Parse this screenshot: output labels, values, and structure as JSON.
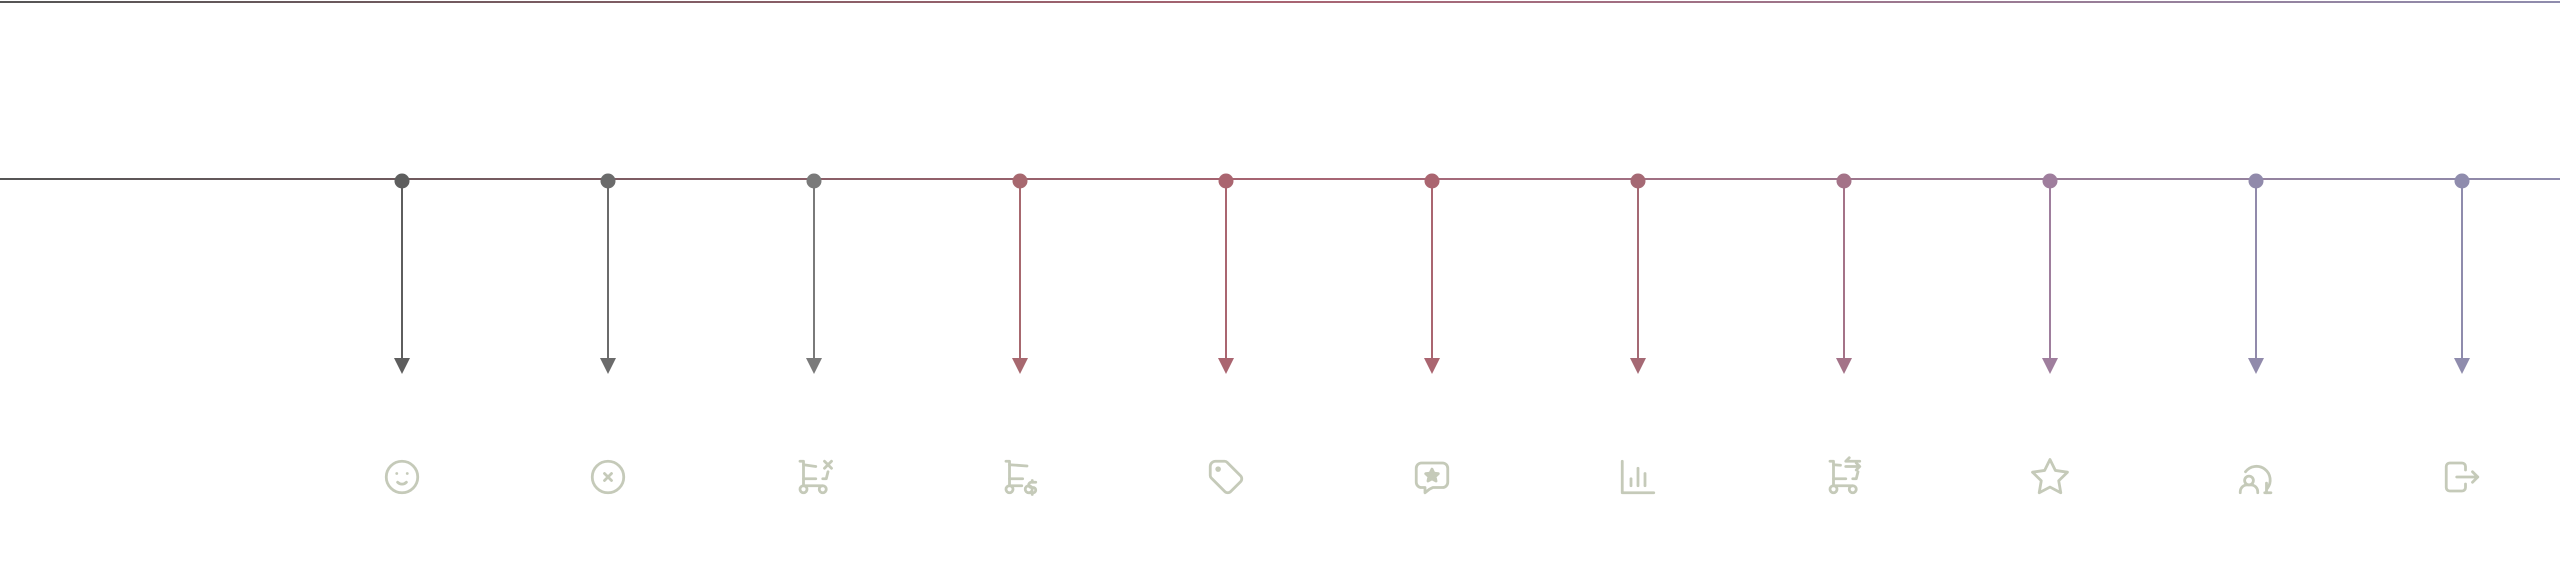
{
  "colors": {
    "background": "#ffffff",
    "gradient_start": "#555555",
    "gradient_mid": "#a86472",
    "gradient_end": "#8f8cad",
    "icon_color": "#c5cab9"
  },
  "lines": [
    {
      "name": "top-gradient-line"
    },
    {
      "name": "timeline-gradient-line"
    }
  ],
  "events": [
    {
      "name": "event-1",
      "icon": "mood-smile-icon",
      "color": "#5e5e5e"
    },
    {
      "name": "event-2",
      "icon": "circle-x-icon",
      "color": "#6b6b6b"
    },
    {
      "name": "event-3",
      "icon": "shopping-cart-x-icon",
      "color": "#7a7a7a"
    },
    {
      "name": "event-4",
      "icon": "shopping-cart-dollar-icon",
      "color": "#a7686f"
    },
    {
      "name": "event-5",
      "icon": "tag-icon",
      "color": "#aa6570"
    },
    {
      "name": "event-6",
      "icon": "message-star-icon",
      "color": "#aa6570"
    },
    {
      "name": "event-7",
      "icon": "chart-bar-icon",
      "color": "#a56974"
    },
    {
      "name": "event-8",
      "icon": "shopping-cart-sync-icon",
      "color": "#a47388"
    },
    {
      "name": "event-9",
      "icon": "star-icon",
      "color": "#9f7e9d"
    },
    {
      "name": "event-10",
      "icon": "user-refresh-icon",
      "color": "#918aab"
    },
    {
      "name": "event-11",
      "icon": "logout-icon",
      "color": "#8f8cad"
    }
  ]
}
